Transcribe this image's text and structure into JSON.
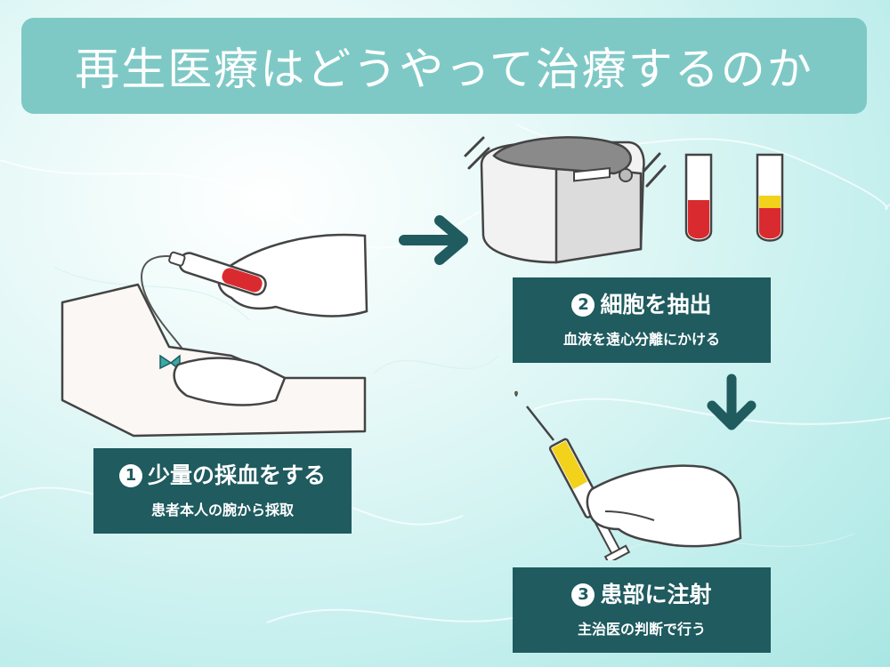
{
  "title": "再生医療はどうやって治療するのか",
  "steps": [
    {
      "number": "1",
      "title": "少量の採血をする",
      "subtitle": "患者本人の腕から採取"
    },
    {
      "number": "2",
      "title": "細胞を抽出",
      "subtitle": "血液を遠心分離にかける"
    },
    {
      "number": "3",
      "title": "患部に注射",
      "subtitle": "主治医の判断で行う"
    }
  ],
  "colors": {
    "banner": "#7ec9c6",
    "box": "#1f5b5f",
    "arrow": "#1f5b5f",
    "blood": "#d92b2f",
    "plasma": "#f2d21b"
  },
  "icons": [
    "blood-draw-illustration",
    "centrifuge-illustration",
    "test-tube-icon",
    "syringe-illustration",
    "arrow-right-icon",
    "arrow-down-icon"
  ]
}
